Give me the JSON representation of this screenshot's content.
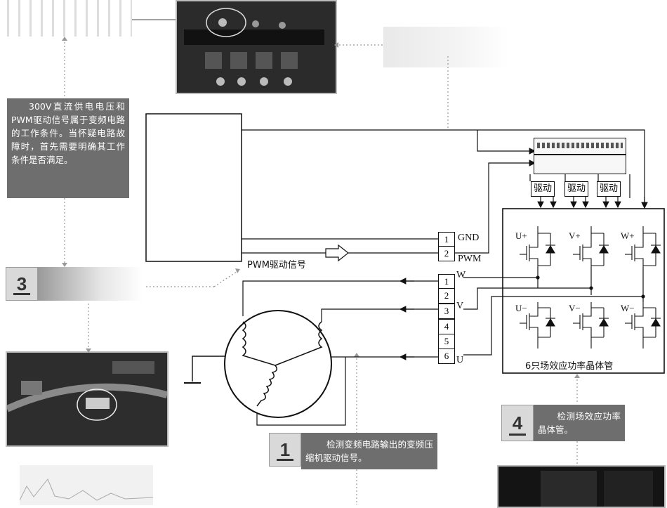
{
  "callouts": {
    "c3": {
      "text": "300V直流供电电压和PWM驱动信号属于变频电路的工作条件。当怀疑电路故障时，首先需要明确其工作条件是否满足。",
      "number": "3"
    },
    "c1": {
      "text": "检测变频电路输出的变频压缩机驱动信号。",
      "number": "1"
    },
    "c4": {
      "text": "检测场效应功率晶体管。",
      "number": "4"
    }
  },
  "circuit": {
    "driver_label": "驱动",
    "pwm_signal_label": "PWM驱动信号",
    "connector_top": [
      {
        "num": "1",
        "label": "GND"
      },
      {
        "num": "2",
        "label": "PWM"
      }
    ],
    "connector_bottom": [
      {
        "num": "1",
        "label": "W"
      },
      {
        "num": "2",
        "label": ""
      },
      {
        "num": "3",
        "label": "V"
      },
      {
        "num": "4",
        "label": ""
      },
      {
        "num": "5",
        "label": ""
      },
      {
        "num": "6",
        "label": "U"
      }
    ],
    "transistors_top": [
      "U+",
      "V+",
      "W+"
    ],
    "transistors_bottom": [
      "U−",
      "V−",
      "W−"
    ],
    "module_caption": "6只场效应功率晶体管"
  },
  "colors": {
    "callout_bg": "#6e6e6e",
    "number_box_bg": "#d9d9d9"
  }
}
